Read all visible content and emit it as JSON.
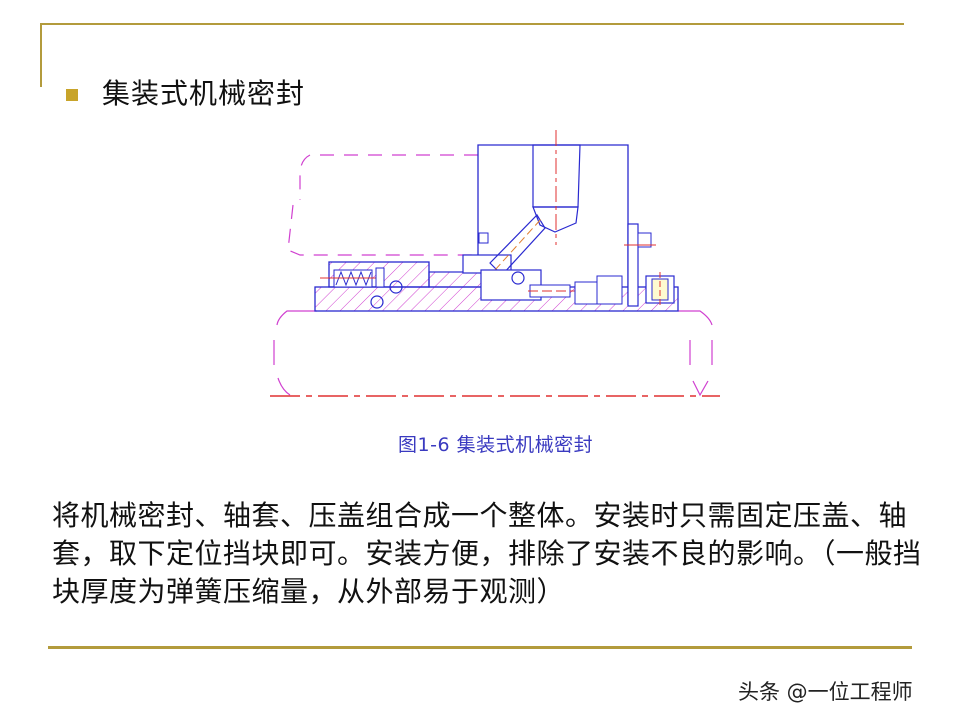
{
  "slide": {
    "title": "集装式机械密封",
    "bullet_color": "#c8a42a",
    "rule_color": "#b39b3c"
  },
  "figure": {
    "caption": "图1-6 集装式机械密封",
    "caption_color": "#3a3ac0",
    "line_colors": {
      "outline": "#2a2ad0",
      "hatch_and_phantom": "#d040d0",
      "centerline": "#e03030"
    }
  },
  "body": {
    "paragraph": "将机械密封、轴套、压盖组合成一个整体。安装时只需固定压盖、轴套，取下定位挡块即可。安装方便，排除了安装不良的影响。（一般挡块厚度为弹簧压缩量，从外部易于观测）"
  },
  "watermark": {
    "text": "头条 @一位工程师"
  }
}
